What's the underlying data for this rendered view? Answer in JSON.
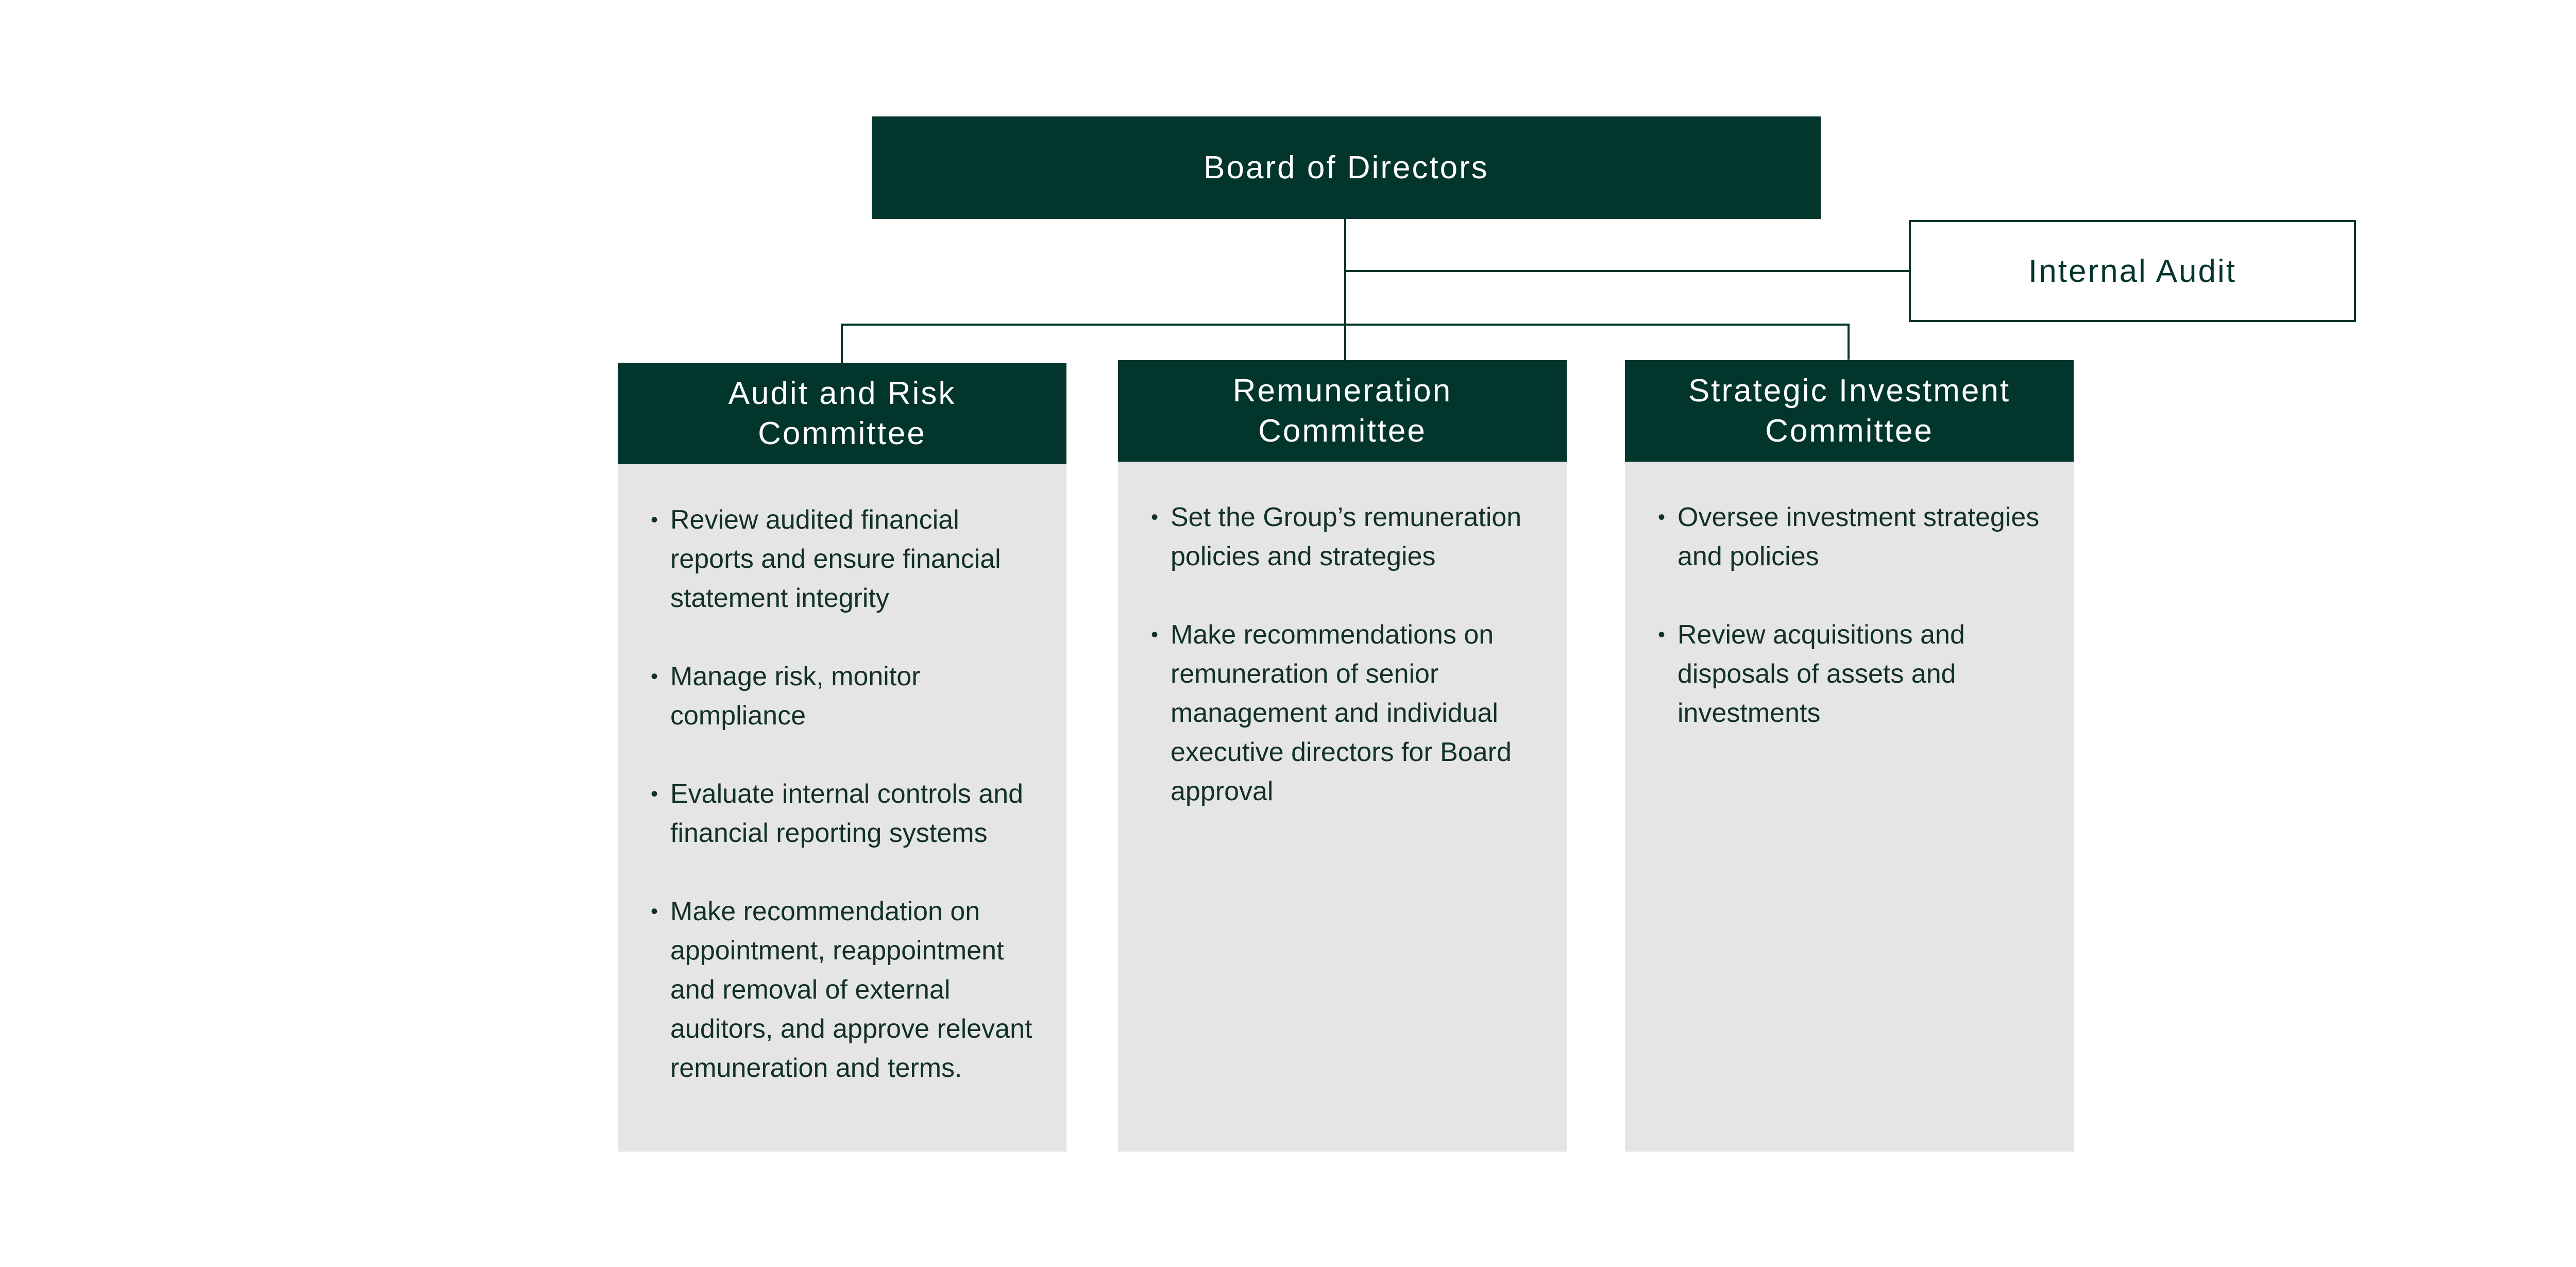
{
  "board": {
    "title": "Board of Directors"
  },
  "internal_audit": {
    "title": "Internal Audit"
  },
  "committees": [
    {
      "title": "Audit and Risk\nCommittee",
      "duties": [
        "Review audited financial reports and ensure financial statement integrity",
        "Manage risk, monitor compliance",
        "Evaluate internal controls and financial reporting systems",
        "Make recommendation on appointment, reappointment and removal of external auditors, and approve relevant remuneration and terms."
      ]
    },
    {
      "title": "Remuneration\nCommittee",
      "duties": [
        "Set the Group’s remuneration policies and strategies",
        "Make recommendations on remuneration of senior management and individual executive directors for Board approval"
      ]
    },
    {
      "title": "Strategic Investment\nCommittee",
      "duties": [
        "Oversee investment strategies and policies",
        "Review acquisitions and disposals of assets and investments"
      ]
    }
  ],
  "colors": {
    "primary": "#02352c",
    "panel": "#e5e5e5",
    "text": "#12302a"
  }
}
